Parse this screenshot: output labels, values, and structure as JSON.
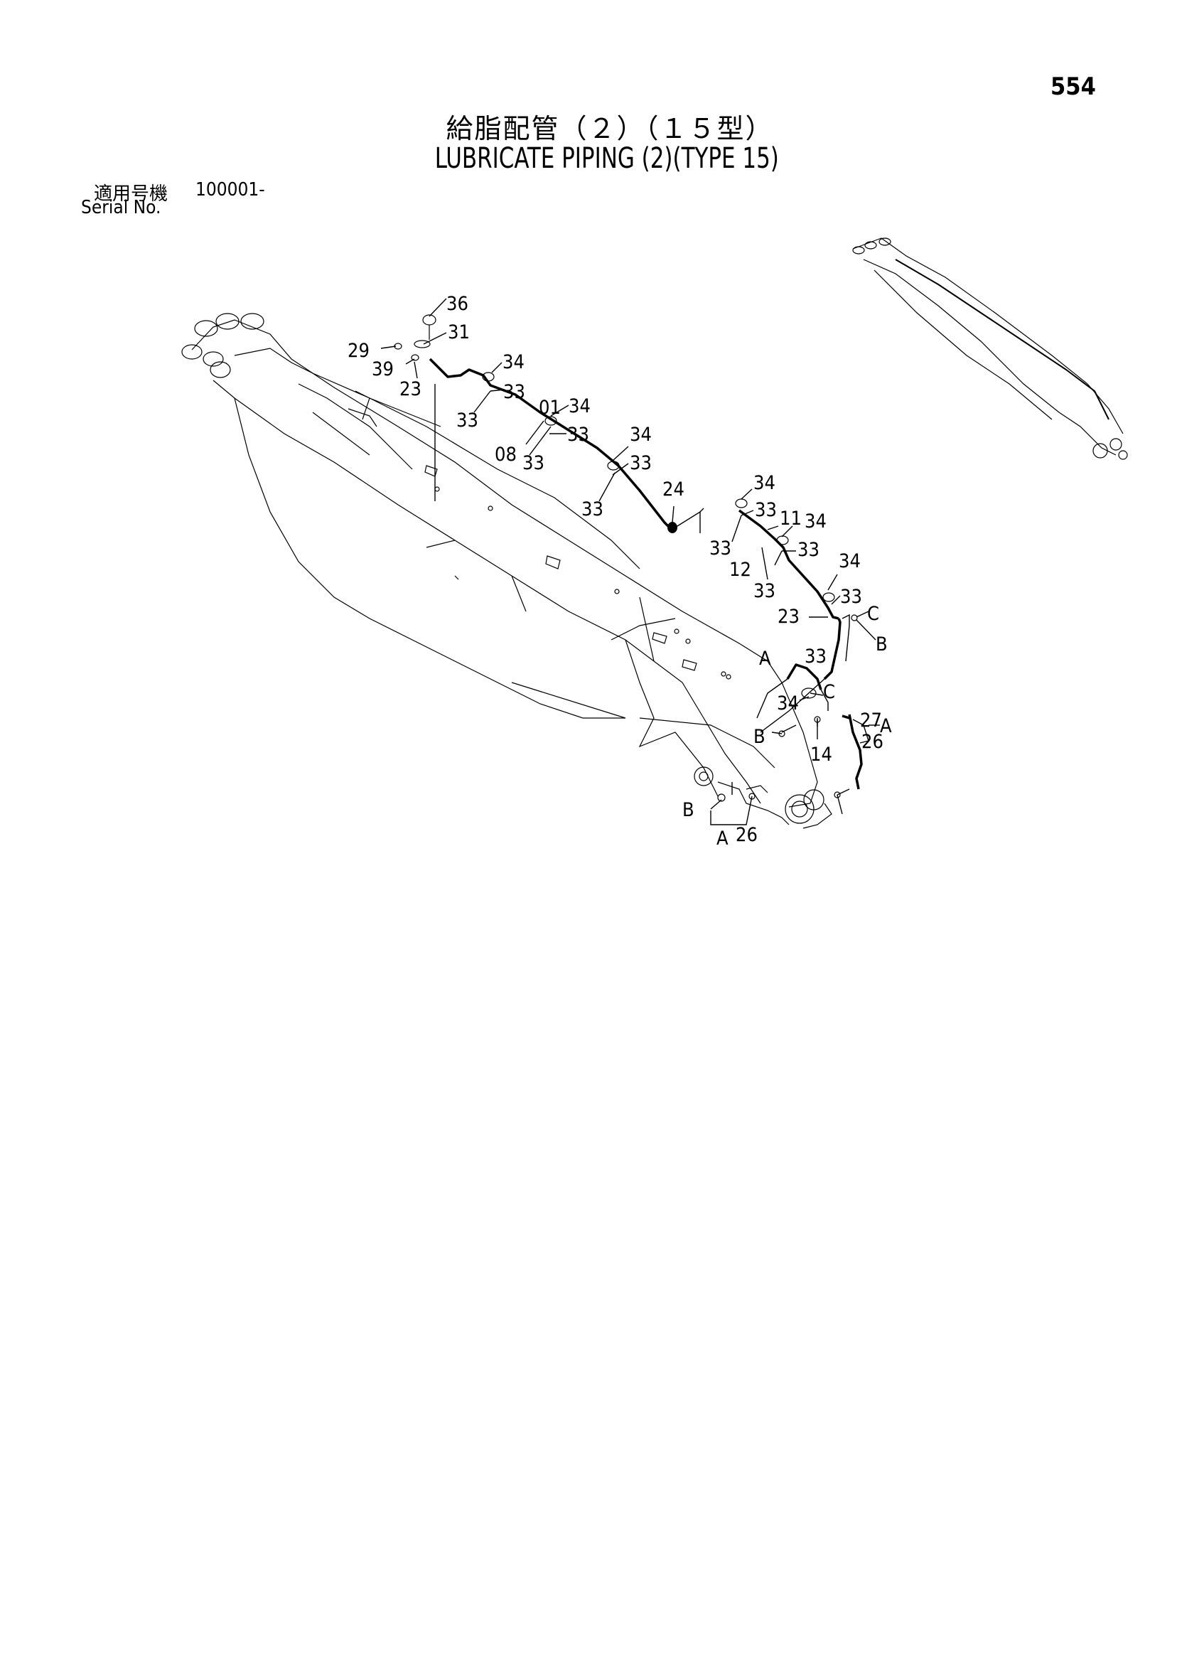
{
  "page_number": "554",
  "title_jp": "給脂配管（２）（１５型）",
  "title_en": "LUBRICATE PIPING (2)(TYPE 15)",
  "serial": {
    "label_jp": "適用号機",
    "range": "100001-",
    "label_en": "Serial No."
  },
  "callouts": [
    "36",
    "31",
    "29",
    "39",
    "23",
    "34",
    "33",
    "33",
    "01",
    "34",
    "08",
    "33",
    "33",
    "34",
    "33",
    "33",
    "24",
    "34",
    "33",
    "11",
    "34",
    "33",
    "12",
    "33",
    "34",
    "33",
    "33",
    "C",
    "23",
    "B",
    "A",
    "33",
    "34",
    "C",
    "B",
    "27",
    "A",
    "26",
    "14",
    "B",
    "A",
    "26"
  ]
}
